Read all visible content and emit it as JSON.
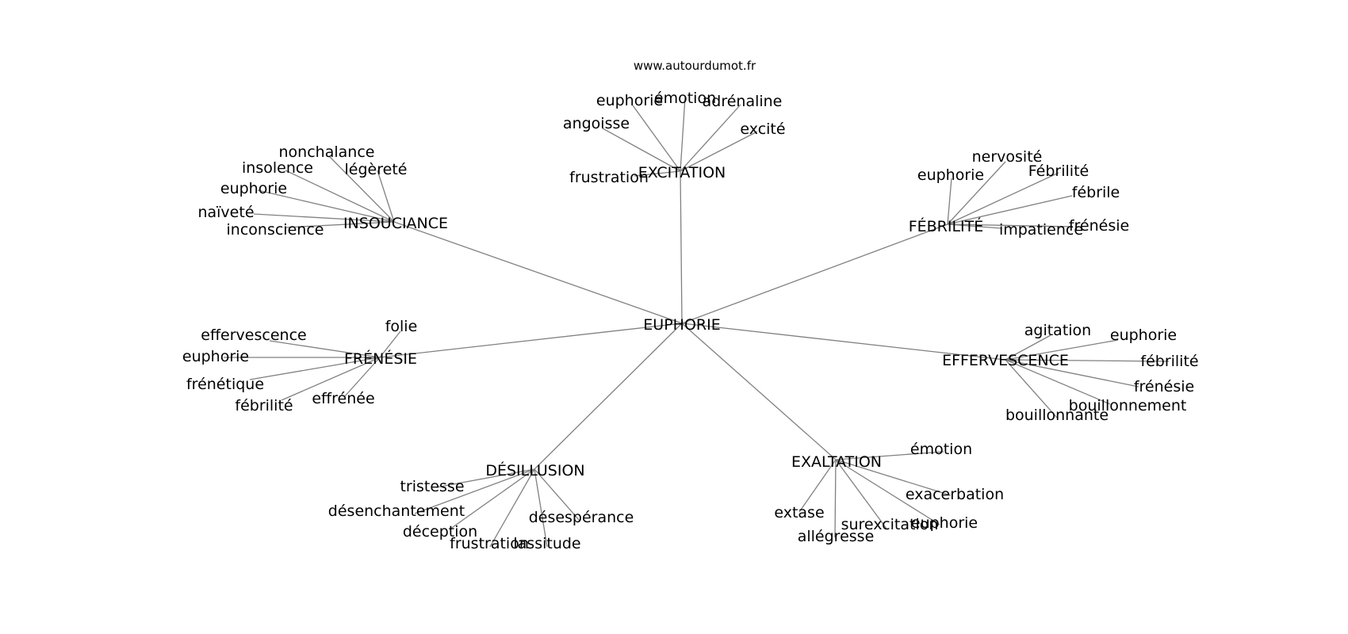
{
  "watermark": "www.autourdumot.fr",
  "graph": {
    "center": {
      "id": "euphorie",
      "label": "EUPHORIE"
    },
    "hubs": [
      {
        "id": "excitation",
        "label": "EXCITATION",
        "leaves": [
          {
            "id": "euphorie",
            "label": "euphorie"
          },
          {
            "id": "emotion",
            "label": "émotion"
          },
          {
            "id": "adrenaline",
            "label": "adrénaline"
          },
          {
            "id": "angoisse",
            "label": "angoisse"
          },
          {
            "id": "excite",
            "label": "excité"
          },
          {
            "id": "frustration",
            "label": "frustration"
          }
        ]
      },
      {
        "id": "insouciance",
        "label": "INSOUCIANCE",
        "leaves": [
          {
            "id": "nonchalance",
            "label": "nonchalance"
          },
          {
            "id": "insolence",
            "label": "insolence"
          },
          {
            "id": "legerete",
            "label": "légèreté"
          },
          {
            "id": "euphorie",
            "label": "euphorie"
          },
          {
            "id": "naivete",
            "label": "naïveté"
          },
          {
            "id": "inconscience",
            "label": "inconscience"
          }
        ]
      },
      {
        "id": "febrilite",
        "label": "FÉBRILITÉ",
        "leaves": [
          {
            "id": "nervosite",
            "label": "nervosité"
          },
          {
            "id": "euphorie",
            "label": "euphorie"
          },
          {
            "id": "febrilite-cap",
            "label": "Fébrilité"
          },
          {
            "id": "febrile",
            "label": "fébrile"
          },
          {
            "id": "impatience",
            "label": "impatience"
          },
          {
            "id": "frenesie",
            "label": "frénésie"
          }
        ]
      },
      {
        "id": "frenesie",
        "label": "FRÉNÉSIE",
        "leaves": [
          {
            "id": "folie",
            "label": "folie"
          },
          {
            "id": "effervescence",
            "label": "effervescence"
          },
          {
            "id": "euphorie",
            "label": "euphorie"
          },
          {
            "id": "frenetique",
            "label": "frénétique"
          },
          {
            "id": "febrilite",
            "label": "fébrilité"
          },
          {
            "id": "effrenee",
            "label": "effrénée"
          }
        ]
      },
      {
        "id": "effervescence",
        "label": "EFFERVESCENCE",
        "leaves": [
          {
            "id": "agitation",
            "label": "agitation"
          },
          {
            "id": "euphorie",
            "label": "euphorie"
          },
          {
            "id": "febrilite",
            "label": "fébrilité"
          },
          {
            "id": "frenesie",
            "label": "frénésie"
          },
          {
            "id": "bouillonnement",
            "label": "bouillonnement"
          },
          {
            "id": "bouillonnante",
            "label": "bouillonnante"
          }
        ]
      },
      {
        "id": "desillusion",
        "label": "DÉSILLUSION",
        "leaves": [
          {
            "id": "tristesse",
            "label": "tristesse"
          },
          {
            "id": "desenchantement",
            "label": "désenchantement"
          },
          {
            "id": "deception",
            "label": "déception"
          },
          {
            "id": "frustration",
            "label": "frustration"
          },
          {
            "id": "lassitude",
            "label": "lassitude"
          },
          {
            "id": "desesperance",
            "label": "désespérance"
          }
        ]
      },
      {
        "id": "exaltation",
        "label": "EXALTATION",
        "leaves": [
          {
            "id": "emotion",
            "label": "émotion"
          },
          {
            "id": "exacerbation",
            "label": "exacerbation"
          },
          {
            "id": "extase",
            "label": "extase"
          },
          {
            "id": "surexcitation",
            "label": "surexcitation"
          },
          {
            "id": "euphorie",
            "label": "euphorie"
          },
          {
            "id": "allegresse",
            "label": "allégresse"
          }
        ]
      }
    ]
  }
}
